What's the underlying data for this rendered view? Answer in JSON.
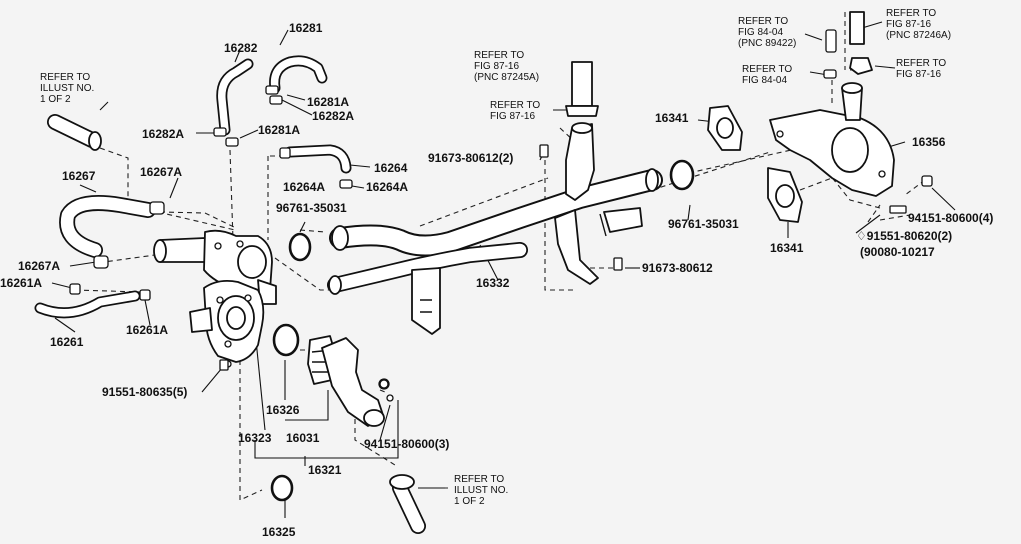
{
  "labels": {
    "p16281": "16281",
    "p16282": "16282",
    "p16281A_top": "16281A",
    "p16282A_top": "16282A",
    "p16282A": "16282A",
    "p16281A": "16281A",
    "p16264": "16264",
    "p16264A_a": "16264A",
    "p16264A_b": "16264A",
    "p16267": "16267",
    "p16267A_a": "16267A",
    "p16267A_b": "16267A",
    "p16261A_a": "16261A",
    "p16261A_b": "16261A",
    "p16261": "16261",
    "b91551_80635": "91551-80635(5)",
    "p16326": "16326",
    "p16323": "16323",
    "p16031": "16031",
    "p16321": "16321",
    "p16325": "16325",
    "g96761_35031_l": "96761-35031",
    "b91673_80612_2": "91673-80612(2)",
    "p16332": "16332",
    "b94151_80600_3": "94151-80600(3)",
    "g96761_35031_r": "96761-35031",
    "b91673_80612": "91673-80612",
    "p16341_top": "16341",
    "p16341_bot": "16341",
    "p16356": "16356",
    "b94151_80600_4": "94151-80600(4)",
    "b91551_80620": "♢91551-80620(2)",
    "b90080_10217": "(90080-10217"
  },
  "refs": {
    "ref_illust_top": [
      "REFER TO",
      "ILLUST NO.",
      "1 OF 2"
    ],
    "ref_8716_mid": [
      "REFER TO",
      "FIG 87-16",
      "(PNC 87245A)"
    ],
    "ref_8716_small": [
      "REFER TO",
      "FIG 87-16"
    ],
    "ref_8404_top": [
      "REFER TO",
      "FIG 84-04",
      "(PNC 89422)"
    ],
    "ref_8716_top": [
      "REFER TO",
      "FIG 87-16",
      "(PNC 87246A)"
    ],
    "ref_8404_mid": [
      "REFER TO",
      "FIG 84-04"
    ],
    "ref_8716_right": [
      "REFER TO",
      "FIG 87-16"
    ],
    "ref_illust_bottom": [
      "REFER TO",
      "ILLUST NO.",
      "1 OF 2"
    ]
  }
}
